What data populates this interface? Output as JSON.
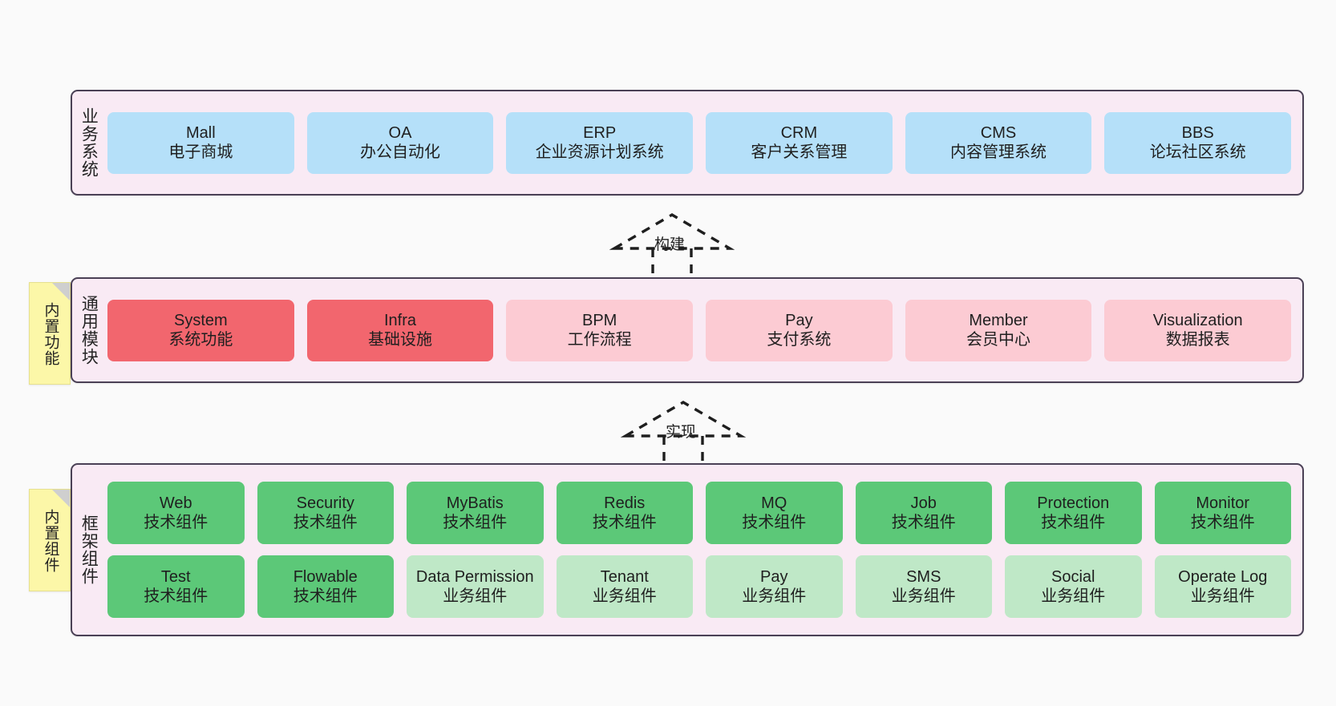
{
  "diagram": {
    "title": "",
    "colors": {
      "background": "#fafafa",
      "layer_fill": "#f9eaf4",
      "layer_border": "#4a4055",
      "business_box": "#b5e0f9",
      "module_core_box": "#f2666e",
      "module_box": "#fccbd3",
      "tech_component_box": "#5cc878",
      "business_component_box": "#bfe8c7",
      "note_fill": "#fcf7a8"
    }
  },
  "layers": [
    {
      "id": "business-systems",
      "label": "业务系统",
      "note": null,
      "rows": [
        [
          {
            "name": "Mall",
            "desc": "电子商城",
            "style": "c-blue"
          },
          {
            "name": "OA",
            "desc": "办公自动化",
            "style": "c-blue"
          },
          {
            "name": "ERP",
            "desc": "企业资源计划系统",
            "style": "c-blue"
          },
          {
            "name": "CRM",
            "desc": "客户关系管理",
            "style": "c-blue"
          },
          {
            "name": "CMS",
            "desc": "内容管理系统",
            "style": "c-blue"
          },
          {
            "name": "BBS",
            "desc": "论坛社区系统",
            "style": "c-blue"
          }
        ]
      ]
    },
    {
      "id": "common-modules",
      "label": "通用模块",
      "note": "内置功能",
      "rows": [
        [
          {
            "name": "System",
            "desc": "系统功能",
            "style": "c-red"
          },
          {
            "name": "Infra",
            "desc": "基础设施",
            "style": "c-red"
          },
          {
            "name": "BPM",
            "desc": "工作流程",
            "style": "c-pink"
          },
          {
            "name": "Pay",
            "desc": "支付系统",
            "style": "c-pink"
          },
          {
            "name": "Member",
            "desc": "会员中心",
            "style": "c-pink"
          },
          {
            "name": "Visualization",
            "desc": "数据报表",
            "style": "c-pink"
          }
        ]
      ]
    },
    {
      "id": "framework-components",
      "label": "框架组件",
      "note": "内置组件",
      "rows": [
        [
          {
            "name": "Web",
            "desc": "技术组件",
            "style": "c-green-dark"
          },
          {
            "name": "Security",
            "desc": "技术组件",
            "style": "c-green-dark"
          },
          {
            "name": "MyBatis",
            "desc": "技术组件",
            "style": "c-green-dark"
          },
          {
            "name": "Redis",
            "desc": "技术组件",
            "style": "c-green-dark"
          },
          {
            "name": "MQ",
            "desc": "技术组件",
            "style": "c-green-dark"
          },
          {
            "name": "Job",
            "desc": "技术组件",
            "style": "c-green-dark"
          },
          {
            "name": "Protection",
            "desc": "技术组件",
            "style": "c-green-dark"
          },
          {
            "name": "Monitor",
            "desc": "技术组件",
            "style": "c-green-dark"
          }
        ],
        [
          {
            "name": "Test",
            "desc": "技术组件",
            "style": "c-green-dark"
          },
          {
            "name": "Flowable",
            "desc": "技术组件",
            "style": "c-green-dark"
          },
          {
            "name": "Data Permission",
            "desc": "业务组件",
            "style": "c-green-light"
          },
          {
            "name": "Tenant",
            "desc": "业务组件",
            "style": "c-green-light"
          },
          {
            "name": "Pay",
            "desc": "业务组件",
            "style": "c-green-light"
          },
          {
            "name": "SMS",
            "desc": "业务组件",
            "style": "c-green-light"
          },
          {
            "name": "Social",
            "desc": "业务组件",
            "style": "c-green-light"
          },
          {
            "name": "Operate Log",
            "desc": "业务组件",
            "style": "c-green-light"
          }
        ]
      ]
    }
  ],
  "connectors": [
    {
      "id": "build",
      "label": "构建",
      "from": "common-modules",
      "to": "business-systems"
    },
    {
      "id": "implement",
      "label": "实现",
      "from": "framework-components",
      "to": "common-modules"
    }
  ]
}
